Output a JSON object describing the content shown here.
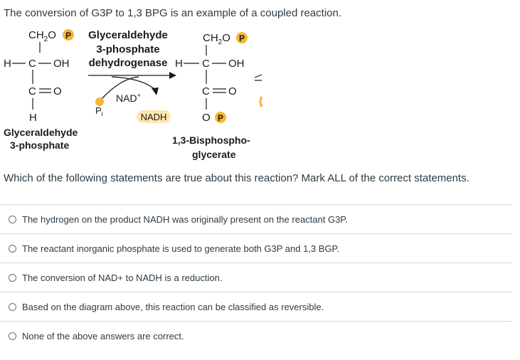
{
  "intro": "The conversion of G3P to 1,3 BPG is an example of a coupled reaction.",
  "diagram": {
    "reactant": {
      "ch2o": "CH",
      "ch2o_sub": "2",
      "ch2o_end": "O",
      "p_left": "P",
      "h_left": "H",
      "c_mid": "C",
      "oh_right": "OH",
      "c_bottom": "C",
      "o_bottom": "O",
      "h_bottom": "H",
      "name_line1": "Glyceraldehyde",
      "name_line2": "3-phosphate"
    },
    "enzyme": {
      "line1": "Glyceraldehyde",
      "line2": "3-phosphate",
      "line3": "dehydrogenase"
    },
    "pi": {
      "p": "P",
      "i": "i"
    },
    "nad": "NAD",
    "nad_sup": "+",
    "nadh": "NADH",
    "product": {
      "ch2o": "CH",
      "ch2o_sub": "2",
      "ch2o_end": "O",
      "p_top": "P",
      "h_left": "H",
      "c_mid": "C",
      "oh_right": "OH",
      "c_bottom": "C",
      "o_bottom": "O",
      "o_chain": "O",
      "p_bottom": "P",
      "name_line1": "1,3-Bisphospho-",
      "name_line2": "glycerate"
    },
    "colors": {
      "phosphate": "#f5b731",
      "pi_dot": "#f5b731",
      "nadh_fill": "#fde7b0",
      "text": "#1a1a1a"
    }
  },
  "question": "Which of the following statements are true about this reaction?  Mark ALL of the correct statements.",
  "answers": [
    {
      "label": "The hydrogen on the product NADH was originally present on the reactant G3P."
    },
    {
      "label": "The reactant inorganic phosphate is used to generate both G3P and 1,3 BGP."
    },
    {
      "label": "The conversion of NAD+ to NADH is a reduction."
    },
    {
      "label": "Based on the diagram above, this reaction can be classified as reversible."
    },
    {
      "label": "None of the above answers are correct."
    }
  ]
}
